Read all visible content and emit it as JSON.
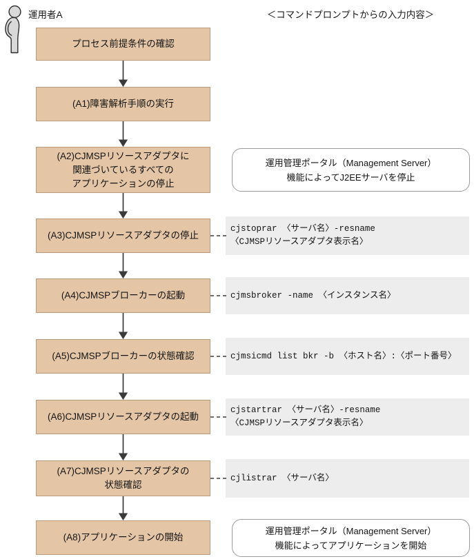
{
  "diagram": {
    "actor_label": "運用者A",
    "actor_icon": "person-standing-icon",
    "column_header": "＜コマンドプロンプトからの入力内容＞",
    "box_fill_color": "#e4c5a5",
    "box_border_color": "#b99a7c",
    "command_panel_color": "#ededed",
    "note_border_color": "#9b9b9b",
    "connector_color": "#3a3a3a"
  },
  "steps": [
    {
      "id": "start",
      "label": "プロセス前提条件の確認",
      "side_kind": "none",
      "side_text": ""
    },
    {
      "id": "a1",
      "label": "(A1)障害解析手順の実行",
      "side_kind": "none",
      "side_text": ""
    },
    {
      "id": "a2",
      "label": "(A2)CJMSPリソースアダプタに\n関連づいているすべての\nアプリケーションの停止",
      "side_kind": "note",
      "side_text": "運用管理ポータル（Management Server）\n機能によってJ2EEサーバを停止"
    },
    {
      "id": "a3",
      "label": "(A3)CJMSPリソースアダプタの停止",
      "side_kind": "command",
      "side_text": "cjstoprar 〈サーバ名〉-resname\n〈CJMSPリソースアダプタ表示名〉"
    },
    {
      "id": "a4",
      "label": "(A4)CJMSPブローカーの起動",
      "side_kind": "command",
      "side_text": "cjmsbroker -name 〈インスタンス名〉"
    },
    {
      "id": "a5",
      "label": "(A5)CJMSPブローカーの状態確認",
      "side_kind": "command",
      "side_text": "cjmsicmd list bkr -b 〈ホスト名〉:〈ポート番号〉"
    },
    {
      "id": "a6",
      "label": "(A6)CJMSPリソースアダプタの起動",
      "side_kind": "command",
      "side_text": "cjstartrar 〈サーバ名〉-resname\n〈CJMSPリソースアダプタ表示名〉"
    },
    {
      "id": "a7",
      "label": "(A7)CJMSPリソースアダプタの\n状態確認",
      "side_kind": "command",
      "side_text": "cjlistrar 〈サーバ名〉"
    },
    {
      "id": "a8",
      "label": "(A8)アプリケーションの開始",
      "side_kind": "note",
      "side_text": "運用管理ポータル（Management Server）\n機能によってアプリケーションを開始"
    }
  ]
}
